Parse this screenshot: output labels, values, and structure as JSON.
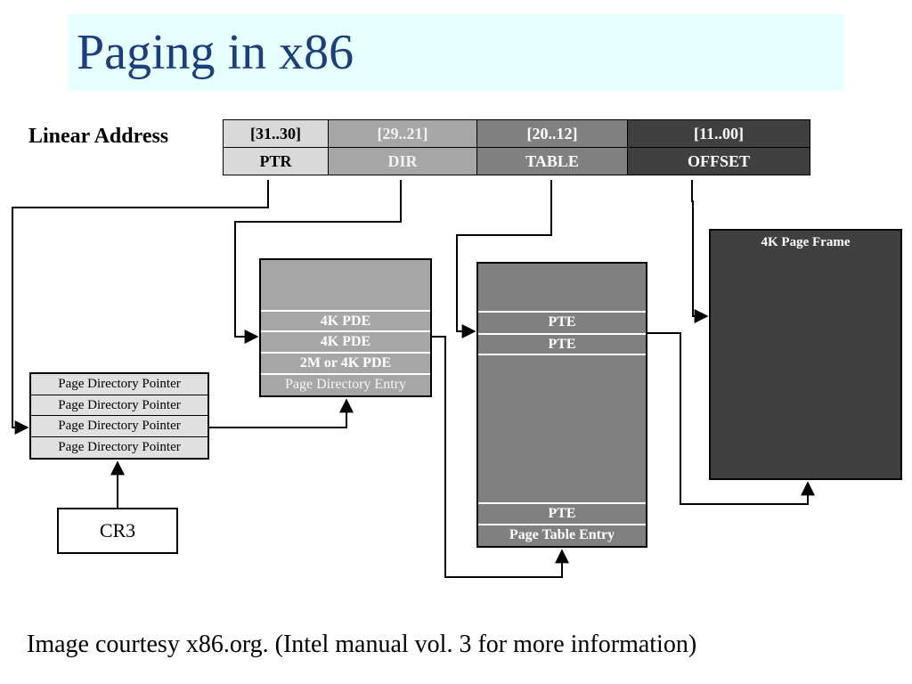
{
  "title": "Paging in x86",
  "linear_address": {
    "label": "Linear Address",
    "fields": [
      {
        "bits": "[31..30]",
        "name": "PTR"
      },
      {
        "bits": "[29..21]",
        "name": "DIR"
      },
      {
        "bits": "[20..12]",
        "name": "TABLE"
      },
      {
        "bits": "[11..00]",
        "name": "OFFSET"
      }
    ]
  },
  "page_directory_pointer_table": {
    "rows": [
      "Page Directory Pointer",
      "Page Directory Pointer",
      "Page Directory Pointer",
      "Page Directory Pointer"
    ]
  },
  "page_directory": {
    "rows": [
      "4K PDE",
      "4K PDE",
      "2M or 4K PDE",
      "Page Directory Entry"
    ]
  },
  "page_table": {
    "rows": [
      "PTE",
      "PTE",
      "PTE",
      "Page Table Entry"
    ]
  },
  "page_frame": {
    "label": "4K Page Frame"
  },
  "cr3": {
    "label": "CR3"
  },
  "caption": "Image courtesy x86.org. (Intel manual vol. 3 for more information)",
  "colors": {
    "title_text": "#1c3f7a",
    "title_band": "#e6ffff",
    "ptr_field": "#d9d9d9",
    "dir_field": "#a6a6a6",
    "table_field": "#808080",
    "offset_field": "#404040"
  }
}
